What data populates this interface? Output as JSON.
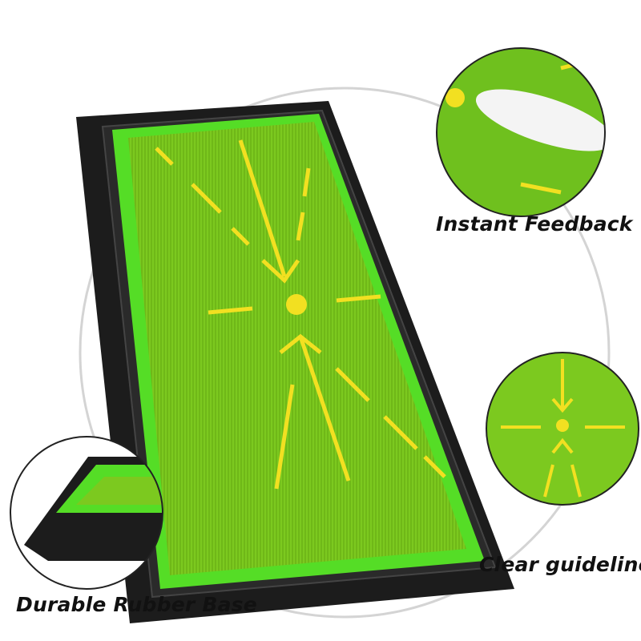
{
  "labels": {
    "feature_1": "Instant Feedback",
    "feature_2": "Clear guideline",
    "feature_3": "Durable Rubber Base"
  },
  "colors": {
    "mat_green": "#7ccd1e",
    "border_green": "#5fe02a",
    "rubber_base": "#1c1c1c",
    "guide_lines": "#f2e021",
    "ring": "#cfcfcf"
  },
  "icons": [
    "golf-swing-mat",
    "detail-circle-feedback",
    "detail-circle-guideline",
    "detail-circle-base"
  ]
}
